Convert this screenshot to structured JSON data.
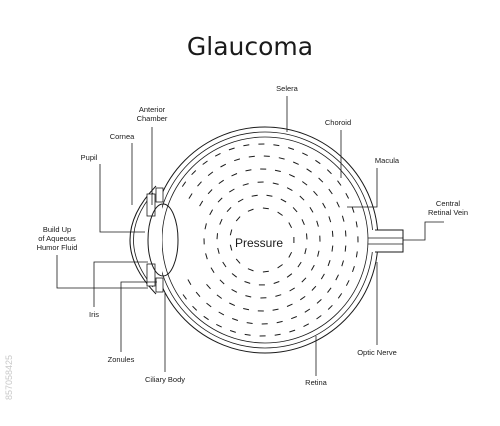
{
  "title": "Glaucoma",
  "center_label": "Pressure",
  "labels": {
    "sclera": "Selera",
    "choroid": "Choroid",
    "macula": "Macula",
    "central_retinal_vein_1": "Central",
    "central_retinal_vein_2": "Retinal Vein",
    "optic_nerve": "Optic Nerve",
    "retina": "Retina",
    "ciliary_body": "Ciliary Body",
    "zonules": "Zonules",
    "iris": "Iris",
    "aqueous_1": "Build Up",
    "aqueous_2": "of Aqueous",
    "aqueous_3": "Humor Fluid",
    "pupil": "Pupil",
    "cornea": "Cornea",
    "anterior_1": "Anterior",
    "anterior_2": "Chamber"
  },
  "watermark_id": "857058425",
  "colors": {
    "ink": "#1a1a1a",
    "background": "#ffffff",
    "watermark": "#c9c9c9"
  }
}
